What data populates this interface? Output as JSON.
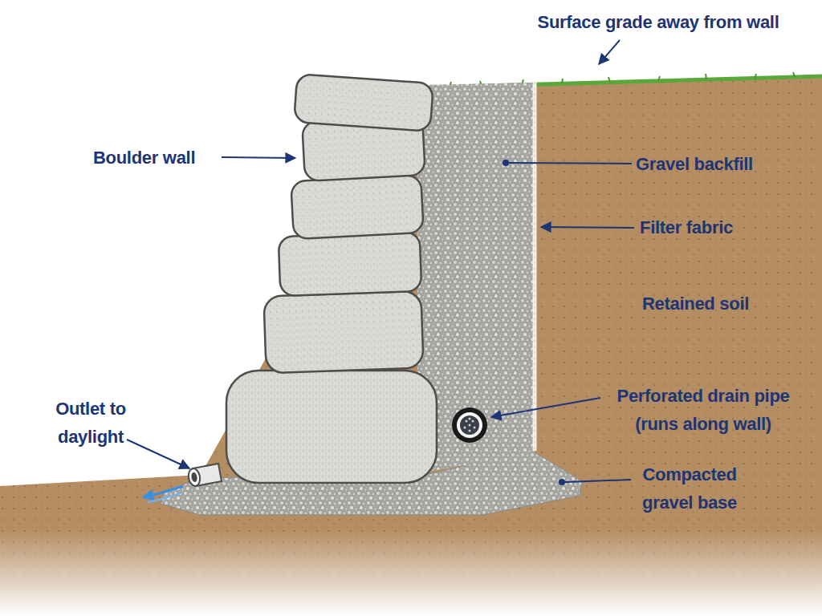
{
  "diagram": {
    "labels": [
      "Surface grade away from wall",
      "Boulder wall",
      "Gravel backfill",
      "Filter fabric",
      "Retained soil",
      "Perforated drain pipe (runs along wall)",
      "Outlet to daylight",
      "Compacted gravel base"
    ]
  }
}
